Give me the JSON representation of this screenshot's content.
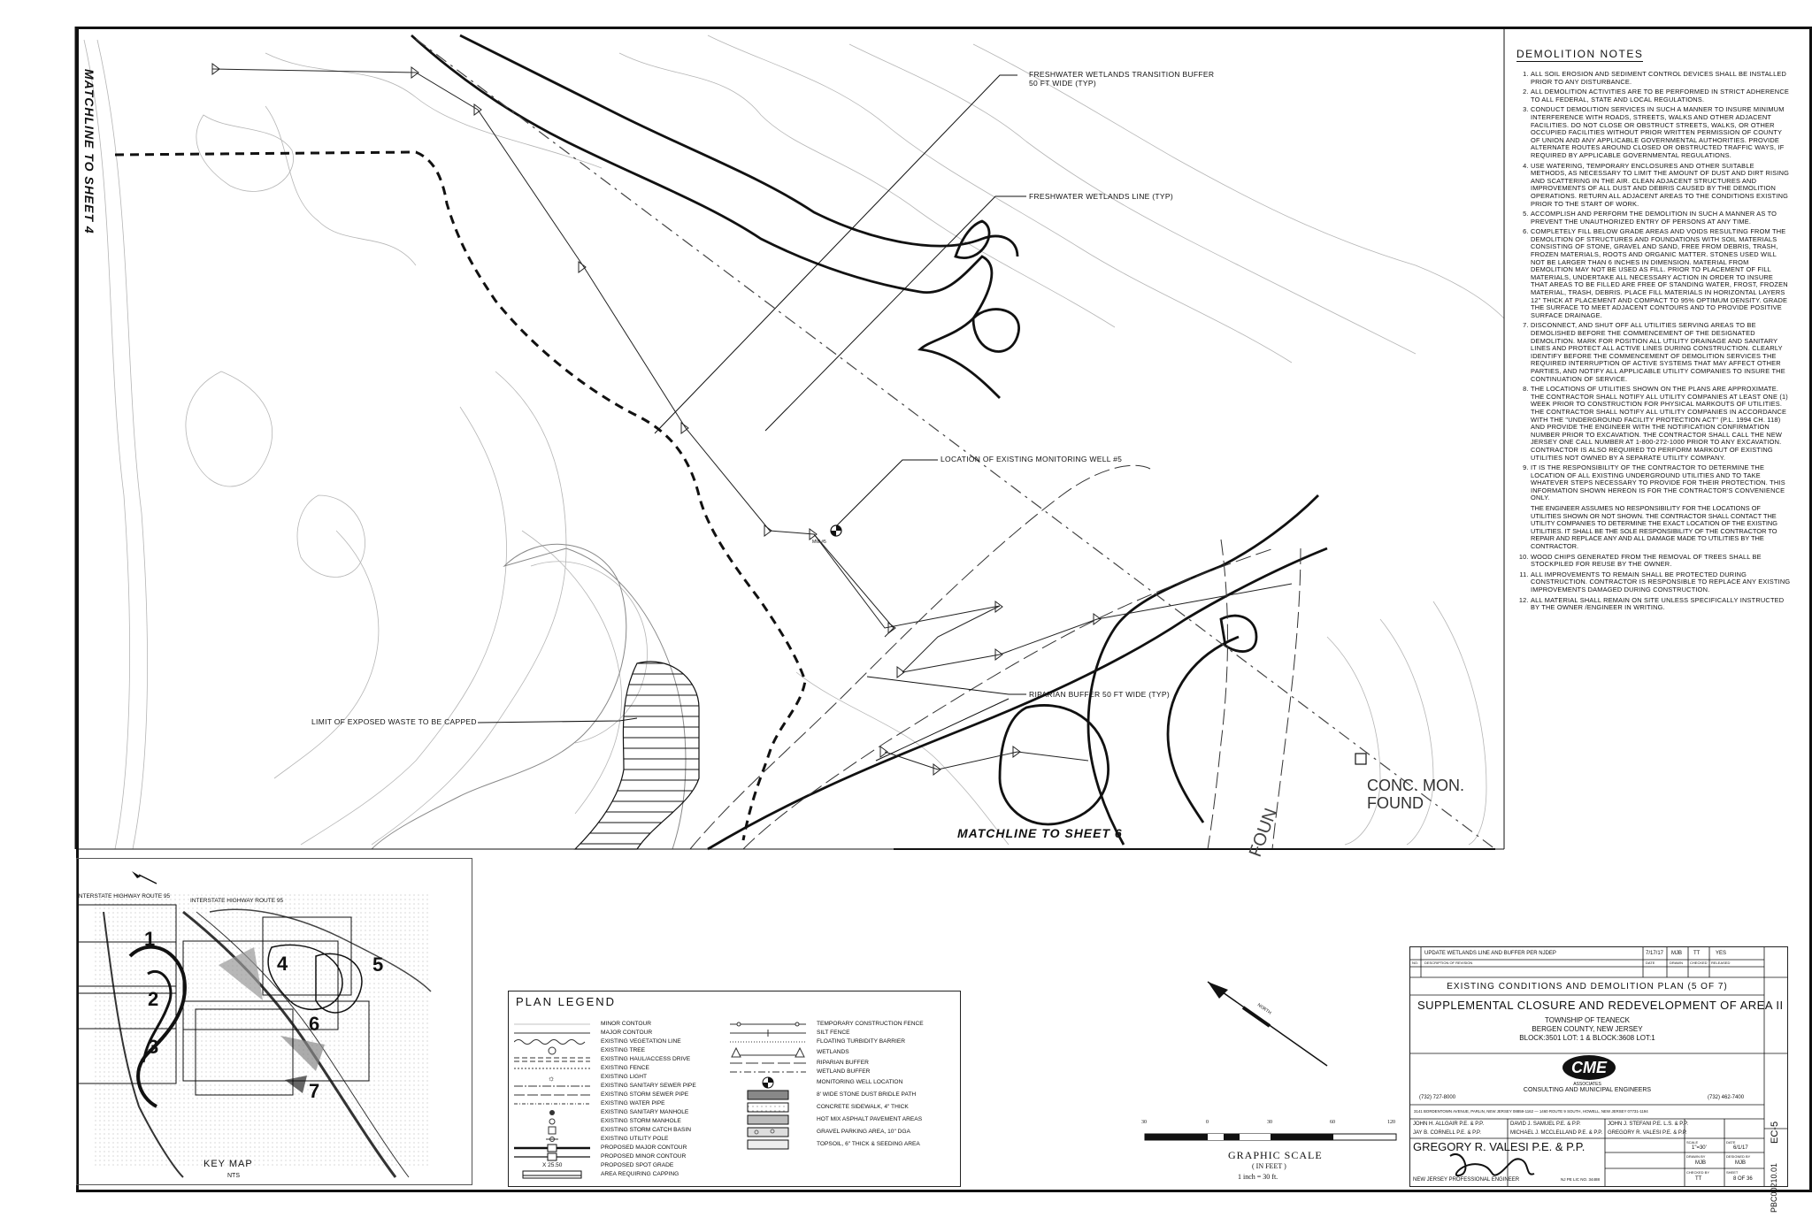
{
  "sheet": {
    "matchline_left": "MATCHLINE TO SHEET 4",
    "matchline_bottom": "MATCHLINE TO SHEET 6",
    "monument": [
      "CONC. MON.",
      "FOUND"
    ],
    "well_tag": "MW #5",
    "road_label": "FOUN"
  },
  "callouts": {
    "transition_buffer": [
      "FRESHWATER WETLANDS TRANSITION BUFFER",
      "50 FT WIDE (TYP)"
    ],
    "wetlands_line": "FRESHWATER WETLANDS LINE (TYP)",
    "monitoring_well": "LOCATION OF EXISTING MONITORING WELL #5",
    "riparian_buffer": "RIPARIAN BUFFER 50 FT WIDE (TYP)",
    "exposed_waste": "LIMIT OF EXPOSED WASTE TO BE CAPPED"
  },
  "demolition_notes": {
    "title": "DEMOLITION NOTES",
    "items": [
      "ALL SOIL EROSION AND SEDIMENT CONTROL DEVICES SHALL BE INSTALLED PRIOR TO ANY DISTURBANCE.",
      "ALL DEMOLITION ACTIVITIES ARE TO BE PERFORMED IN STRICT ADHERENCE TO ALL FEDERAL, STATE AND LOCAL REGULATIONS.",
      "CONDUCT DEMOLITION SERVICES IN SUCH A MANNER TO INSURE MINIMUM INTERFERENCE WITH ROADS, STREETS, WALKS AND OTHER ADJACENT FACILITIES. DO NOT CLOSE OR OBSTRUCT STREETS, WALKS, OR OTHER OCCUPIED FACILITIES WITHOUT PRIOR WRITTEN PERMISSION OF COUNTY OF UNION AND ANY APPLICABLE GOVERNMENTAL AUTHORITIES. PROVIDE ALTERNATE ROUTES AROUND CLOSED OR OBSTRUCTED TRAFFIC WAYS, IF REQUIRED BY APPLICABLE GOVERNMENTAL REGULATIONS.",
      "USE WATERING, TEMPORARY ENCLOSURES AND OTHER SUITABLE METHODS, AS NECESSARY TO LIMIT THE AMOUNT OF DUST AND DIRT RISING AND SCATTERING IN THE AIR. CLEAN ADJACENT STRUCTURES AND IMPROVEMENTS OF ALL DUST AND DEBRIS CAUSED BY THE DEMOLITION OPERATIONS. RETURN ALL ADJACENT AREAS TO THE CONDITIONS EXISTING PRIOR TO THE START OF WORK.",
      "ACCOMPLISH AND PERFORM THE DEMOLITION IN SUCH A MANNER AS TO PREVENT THE UNAUTHORIZED ENTRY OF PERSONS AT ANY TIME.",
      "COMPLETELY FILL BELOW GRADE AREAS AND VOIDS RESULTING FROM THE DEMOLITION OF STRUCTURES AND FOUNDATIONS WITH SOIL MATERIALS CONSISTING OF STONE, GRAVEL AND SAND, FREE FROM DEBRIS, TRASH, FROZEN MATERIALS, ROOTS AND ORGANIC MATTER. STONES USED WILL NOT BE LARGER THAN 6 INCHES IN DIMENSION. MATERIAL FROM DEMOLITION MAY NOT BE USED AS FILL. PRIOR TO PLACEMENT OF FILL MATERIALS, UNDERTAKE ALL NECESSARY ACTION IN ORDER TO INSURE THAT AREAS TO BE FILLED ARE FREE OF STANDING WATER, FROST, FROZEN MATERIAL, TRASH, DEBRIS. PLACE FILL MATERIALS IN HORIZONTAL LAYERS 12\" THICK AT PLACEMENT AND COMPACT TO 95% OPTIMUM DENSITY. GRADE THE SURFACE TO MEET ADJACENT CONTOURS AND TO PROVIDE POSITIVE SURFACE DRAINAGE.",
      "DISCONNECT, AND SHUT OFF ALL UTILITIES SERVING AREAS TO BE DEMOLISHED BEFORE THE COMMENCEMENT OF THE DESIGNATED DEMOLITION. MARK FOR POSITION ALL UTILITY DRAINAGE AND SANITARY LINES AND PROTECT ALL ACTIVE LINES DURING CONSTRUCTION. CLEARLY IDENTIFY BEFORE THE COMMENCEMENT OF DEMOLITION SERVICES THE REQUIRED INTERRUPTION OF ACTIVE SYSTEMS THAT MAY AFFECT OTHER PARTIES, AND NOTIFY ALL APPLICABLE UTILITY COMPANIES TO INSURE THE CONTINUATION OF SERVICE.",
      "THE LOCATIONS OF UTILITIES SHOWN ON THE PLANS ARE APPROXIMATE. THE CONTRACTOR SHALL NOTIFY ALL UTILITY COMPANIES AT LEAST ONE (1) WEEK PRIOR TO CONSTRUCTION FOR PHYSICAL MARKOUTS OF UTILITIES. THE CONTRACTOR SHALL NOTIFY ALL UTILITY COMPANIES IN ACCORDANCE WITH THE \"UNDERGROUND FACILITY PROTECTION ACT\" (P.L. 1994 CH. 118) AND PROVIDE THE ENGINEER WITH THE NOTIFICATION CONFIRMATION NUMBER PRIOR TO EXCAVATION. THE CONTRACTOR SHALL CALL THE NEW JERSEY ONE CALL NUMBER AT 1-800-272-1000 PRIOR TO ANY EXCAVATION. CONTRACTOR IS ALSO REQUIRED TO PERFORM MARKOUT OF EXISTING UTILITIES NOT OWNED BY A SEPARATE UTILITY COMPANY.",
      "IT IS THE RESPONSIBILITY OF THE CONTRACTOR TO DETERMINE THE LOCATION OF ALL EXISTING UNDERGROUND UTILITIES AND TO TAKE WHATEVER STEPS NECESSARY TO PROVIDE FOR THEIR PROTECTION. THIS INFORMATION SHOWN HEREON IS FOR THE CONTRACTOR'S CONVENIENCE ONLY.",
      "WOOD CHIPS GENERATED FROM THE REMOVAL OF TREES SHALL BE STOCKPILED FOR REUSE BY THE OWNER.",
      "ALL IMPROVEMENTS TO REMAIN SHALL BE PROTECTED DURING CONSTRUCTION. CONTRACTOR IS RESPONSIBLE TO REPLACE ANY EXISTING IMPROVEMENTS DAMAGED DURING CONSTRUCTION.",
      "ALL MATERIAL SHALL REMAIN ON SITE UNLESS SPECIFICALLY INSTRUCTED BY THE OWNER /ENGINEER IN WRITING."
    ],
    "extra_paragraph": "THE ENGINEER ASSUMES NO RESPONSIBILITY FOR THE LOCATIONS OF UTILITIES SHOWN OR NOT SHOWN. THE CONTRACTOR SHALL CONTACT THE UTILITY COMPANIES TO DETERMINE THE EXACT LOCATION OF THE EXISTING UTILITIES. IT SHALL BE THE SOLE RESPONSIBILITY OF THE CONTRACTOR TO REPAIR AND REPLACE ANY AND ALL DAMAGE MADE TO UTILITIES BY THE CONTRACTOR."
  },
  "keymap": {
    "title": "KEY MAP",
    "nts": "NTS",
    "route_1": "INTERSTATE HIGHWAY ROUTE 95",
    "route_2": "INTERSTATE HIGHWAY ROUTE 95",
    "numbers": [
      "1",
      "2",
      "3",
      "4",
      "5",
      "6",
      "7"
    ]
  },
  "legend": {
    "title": "PLAN LEGEND",
    "left": [
      "MINOR CONTOUR",
      "MAJOR CONTOUR",
      "EXISTING VEGETATION LINE",
      "EXISTING TREE",
      "EXISTING HAUL/ACCESS DRIVE",
      "EXISTING FENCE",
      "EXISTING LIGHT",
      "EXISTING SANITARY SEWER PIPE",
      "EXISTING STORM SEWER PIPE",
      "EXISTING WATER PIPE",
      "EXISTING SANITARY MANHOLE",
      "EXISTING STORM MANHOLE",
      "EXISTING STORM CATCH BASIN",
      "EXISTING UTILITY POLE",
      "PROPOSED MAJOR CONTOUR",
      "PROPOSED MINOR CONTOUR",
      "PROPOSED SPOT GRADE",
      "AREA REQUIRING CAPPING"
    ],
    "right": [
      "TEMPORARY CONSTRUCTION FENCE",
      "SILT FENCE",
      "FLOATING TURBIDITY BARRIER",
      "WETLANDS",
      "RIPARIAN BUFFER",
      "WETLAND BUFFER",
      "MONITORING WELL LOCATION",
      "8' WIDE STONE DUST BRIDLE PATH",
      "CONCRETE SIDEWALK, 4\" THICK",
      "HOT MIX ASPHALT PAVEMENT AREAS",
      "GRAVEL PARKING AREA, 10\" DGA",
      "TOPSOIL, 6\" THICK & SEEDING AREA"
    ],
    "spot_grade": "X 25.50"
  },
  "north_arrow": {
    "label": "NORTH"
  },
  "graphic_scale": {
    "ticks": [
      "30",
      "0",
      "30",
      "60",
      "120"
    ],
    "title": "GRAPHIC SCALE",
    "units": "( IN FEET )",
    "ratio": "1 inch = 30 ft."
  },
  "title_block": {
    "revision": {
      "text": "UPDATE WETLANDS LINE AND BUFFER PER NJDEP",
      "date": "7/17/17",
      "drawn": "MJB",
      "checked": "TT",
      "released": "YES"
    },
    "revision_headers": [
      "No.",
      "DESCRIPTION OF REVISION",
      "DATE",
      "DRAWN",
      "CHECKED",
      "RELEASED"
    ],
    "sheet_title": "EXISTING CONDITIONS AND DEMOLITION PLAN (5 OF 7)",
    "project_title": "SUPPLEMENTAL CLOSURE AND REDEVELOPMENT OF AREA II",
    "location": [
      "TOWNSHIP OF TEANECK",
      "BERGEN COUNTY, NEW JERSEY",
      "BLOCK:3501 LOT: 1 & BLOCK:3608 LOT:1"
    ],
    "firm": {
      "logo": "CME",
      "sub": "ASSOCIATES",
      "name": "CONSULTING AND MUNICIPAL ENGINEERS"
    },
    "phones": [
      "(732) 727-8000",
      "(732) 462-7400"
    ],
    "addresses": "3141 BORDENTOWN AVENUE, PARLIN, NEW JERSEY 08859-1162 — 1460 ROUTE 9 SOUTH, HOWELL, NEW JERSEY 07731-1194",
    "engineers": [
      "JOHN H. ALLGAIR P.E. & P.P.",
      "DAVID J. SAMUEL P.E. & P.P.",
      "JOHN J. STEFANI P.E. L.S. & P.P.",
      "JAY B. CORNELL P.E. & P.P.",
      "MICHAEL J. McCLELLAND P.E. & P.P.",
      "GREGORY R. VALESI P.E. & P.P."
    ],
    "signer": "GREGORY R. VALESI P.E. & P.P.",
    "signer_title": "NEW JERSEY PROFESSIONAL ENGINEER",
    "license": "NJ PE LIC NO. 34488",
    "fields": {
      "scale_label": "SCALE",
      "scale": "1\"=30'",
      "date_label": "DATE",
      "date": "6/1/17",
      "drawn_label": "DRAWN BY",
      "drawn": "MJB",
      "designed_label": "DESIGNED BY",
      "designed": "MJB",
      "checked_label": "CHECKED BY",
      "checked": "TT",
      "sheet_label": "SHEET",
      "sheet": "8 OF 36"
    },
    "drawing_no": "EC-5",
    "project_no": "PBC00210.01"
  }
}
